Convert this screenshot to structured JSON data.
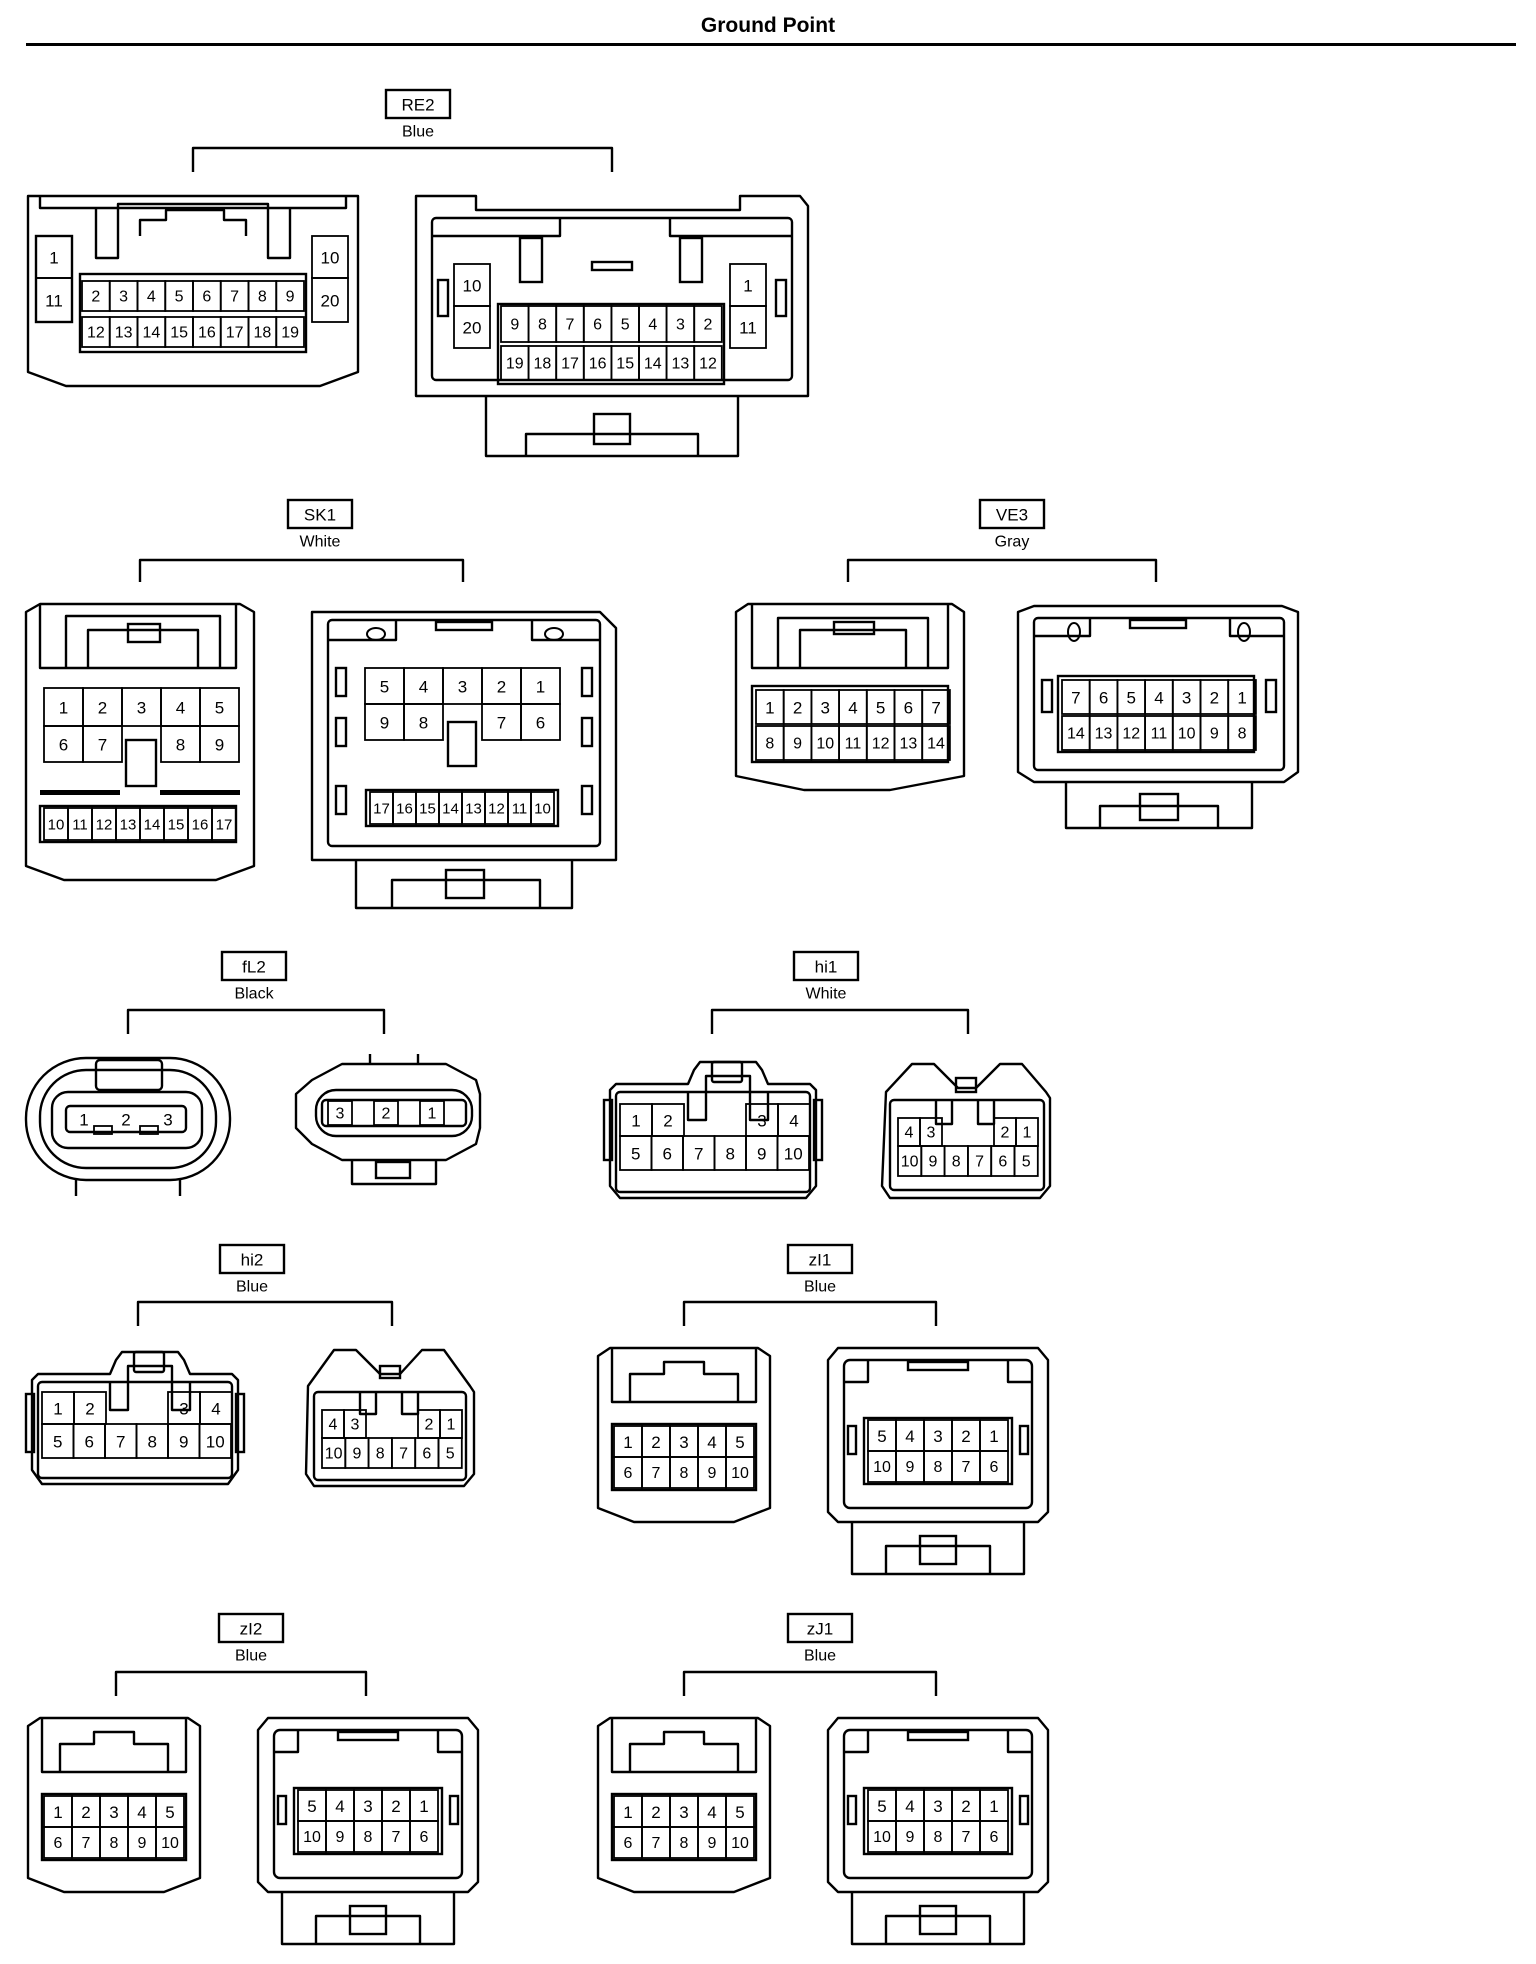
{
  "page": {
    "title": "Ground Point"
  },
  "groups": [
    {
      "code": "RE2",
      "color": "Blue",
      "male": {
        "rows": [
          [
            "1",
            "2",
            "3",
            "4",
            "5",
            "6",
            "7",
            "8",
            "9",
            "10"
          ],
          [
            "11",
            "12",
            "13",
            "14",
            "15",
            "16",
            "17",
            "18",
            "19",
            "20"
          ]
        ]
      },
      "female": {
        "rows": [
          [
            "10",
            "9",
            "8",
            "7",
            "6",
            "5",
            "4",
            "3",
            "2",
            "1"
          ],
          [
            "20",
            "19",
            "18",
            "17",
            "16",
            "15",
            "14",
            "13",
            "12",
            "11"
          ]
        ]
      }
    },
    {
      "code": "SK1",
      "color": "White",
      "male": {
        "rows": [
          [
            "1",
            "2",
            "3",
            "4",
            "5"
          ],
          [
            "6",
            "7",
            "8",
            "9"
          ],
          [
            "10",
            "11",
            "12",
            "13",
            "14",
            "15",
            "16",
            "17"
          ]
        ]
      },
      "female": {
        "rows": [
          [
            "5",
            "4",
            "3",
            "2",
            "1"
          ],
          [
            "9",
            "8",
            "7",
            "6"
          ],
          [
            "17",
            "16",
            "15",
            "14",
            "13",
            "12",
            "11",
            "10"
          ]
        ]
      }
    },
    {
      "code": "VE3",
      "color": "Gray",
      "male": {
        "rows": [
          [
            "1",
            "2",
            "3",
            "4",
            "5",
            "6",
            "7"
          ],
          [
            "8",
            "9",
            "10",
            "11",
            "12",
            "13",
            "14"
          ]
        ]
      },
      "female": {
        "rows": [
          [
            "7",
            "6",
            "5",
            "4",
            "3",
            "2",
            "1"
          ],
          [
            "14",
            "13",
            "12",
            "11",
            "10",
            "9",
            "8"
          ]
        ]
      }
    },
    {
      "code": "fL2",
      "color": "Black",
      "male": {
        "rows": [
          [
            "1",
            "2",
            "3"
          ]
        ]
      },
      "female": {
        "rows": [
          [
            "3",
            "2",
            "1"
          ]
        ]
      }
    },
    {
      "code": "hi1",
      "color": "White",
      "male": {
        "rows": [
          [
            "1",
            "2",
            "3",
            "4"
          ],
          [
            "5",
            "6",
            "7",
            "8",
            "9",
            "10"
          ]
        ]
      },
      "female": {
        "rows": [
          [
            "4",
            "3",
            "2",
            "1"
          ],
          [
            "10",
            "9",
            "8",
            "7",
            "6",
            "5"
          ]
        ]
      }
    },
    {
      "code": "hi2",
      "color": "Blue",
      "male": {
        "rows": [
          [
            "1",
            "2",
            "3",
            "4"
          ],
          [
            "5",
            "6",
            "7",
            "8",
            "9",
            "10"
          ]
        ]
      },
      "female": {
        "rows": [
          [
            "4",
            "3",
            "2",
            "1"
          ],
          [
            "10",
            "9",
            "8",
            "7",
            "6",
            "5"
          ]
        ]
      }
    },
    {
      "code": "zI1",
      "color": "Blue",
      "male": {
        "rows": [
          [
            "1",
            "2",
            "3",
            "4",
            "5"
          ],
          [
            "6",
            "7",
            "8",
            "9",
            "10"
          ]
        ]
      },
      "female": {
        "rows": [
          [
            "5",
            "4",
            "3",
            "2",
            "1"
          ],
          [
            "10",
            "9",
            "8",
            "7",
            "6"
          ]
        ]
      }
    },
    {
      "code": "zI2",
      "color": "Blue",
      "male": {
        "rows": [
          [
            "1",
            "2",
            "3",
            "4",
            "5"
          ],
          [
            "6",
            "7",
            "8",
            "9",
            "10"
          ]
        ]
      },
      "female": {
        "rows": [
          [
            "5",
            "4",
            "3",
            "2",
            "1"
          ],
          [
            "10",
            "9",
            "8",
            "7",
            "6"
          ]
        ]
      }
    },
    {
      "code": "zJ1",
      "color": "Blue",
      "male": {
        "rows": [
          [
            "1",
            "2",
            "3",
            "4",
            "5"
          ],
          [
            "6",
            "7",
            "8",
            "9",
            "10"
          ]
        ]
      },
      "female": {
        "rows": [
          [
            "5",
            "4",
            "3",
            "2",
            "1"
          ],
          [
            "10",
            "9",
            "8",
            "7",
            "6"
          ]
        ]
      }
    }
  ]
}
